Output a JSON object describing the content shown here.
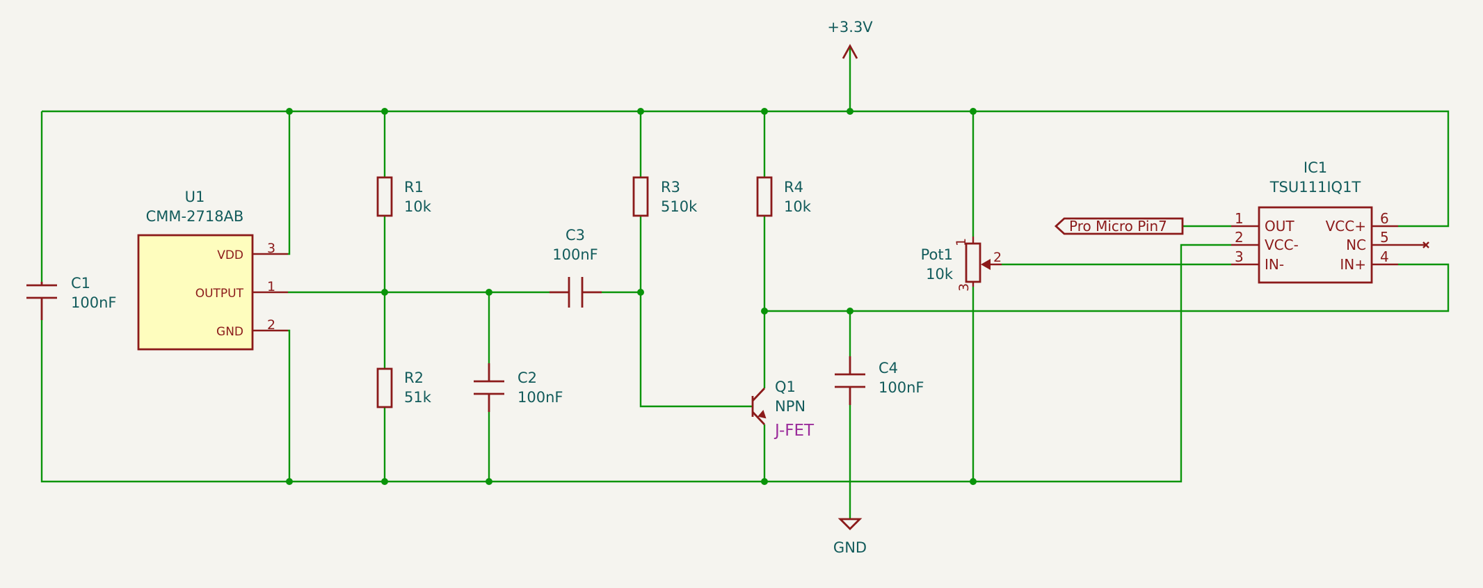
{
  "power": {
    "vcc_label": "+3.3V",
    "gnd_label": "GND"
  },
  "u1": {
    "ref": "U1",
    "value": "CMM-2718AB",
    "pins": [
      {
        "name": "VDD",
        "num": "3"
      },
      {
        "name": "OUTPUT",
        "num": "1"
      },
      {
        "name": "GND",
        "num": "2"
      }
    ]
  },
  "c1": {
    "ref": "C1",
    "value": "100nF"
  },
  "r1": {
    "ref": "R1",
    "value": "10k"
  },
  "r2": {
    "ref": "R2",
    "value": "51k"
  },
  "c2": {
    "ref": "C2",
    "value": "100nF"
  },
  "c3": {
    "ref": "C3",
    "value": "100nF"
  },
  "r3": {
    "ref": "R3",
    "value": "510k"
  },
  "r4": {
    "ref": "R4",
    "value": "10k"
  },
  "q1": {
    "ref": "Q1",
    "value": "NPN",
    "note": "J-FET"
  },
  "c4": {
    "ref": "C4",
    "value": "100nF"
  },
  "pot1": {
    "ref": "Pot1",
    "value": "10k",
    "pins": [
      "1",
      "2",
      "3"
    ]
  },
  "ic1": {
    "ref": "IC1",
    "value": "TSU111IQ1T",
    "left_pins": [
      {
        "num": "1",
        "name": "OUT"
      },
      {
        "num": "2",
        "name": "VCC-"
      },
      {
        "num": "3",
        "name": "IN-"
      }
    ],
    "right_pins": [
      {
        "num": "6",
        "name": "VCC+"
      },
      {
        "num": "5",
        "name": "NC"
      },
      {
        "num": "4",
        "name": "IN+"
      }
    ]
  },
  "net_label": {
    "text": "Pro Micro Pin7"
  },
  "colors": {
    "wire": "#0a940a",
    "component": "#8b1a1a",
    "text": "#125b5b",
    "ic_fill": "#fefdbe",
    "background": "#f5f4ef",
    "note": "#9b2c9b"
  }
}
